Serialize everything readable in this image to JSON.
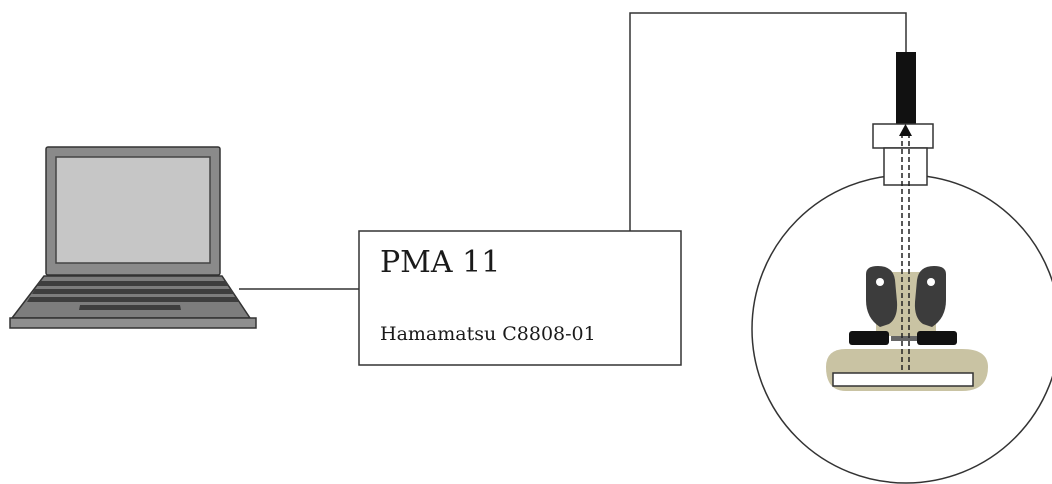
{
  "instrument": {
    "title": "PMA 11",
    "subtitle": "Hamamatsu C8808-01"
  },
  "colors": {
    "line": "#333333",
    "laptop_body": "#7a7a7a",
    "laptop_screen": "#c8c8c8",
    "laptop_keyboard": "#4a4a4a",
    "sample_holder": "#c9c3a3",
    "sample_dark": "#3c3c3c",
    "fiber": "#111111"
  },
  "icons": {
    "computer": "laptop-icon",
    "spectrometer": "instrument-box",
    "chamber": "vacuum-chamber"
  }
}
